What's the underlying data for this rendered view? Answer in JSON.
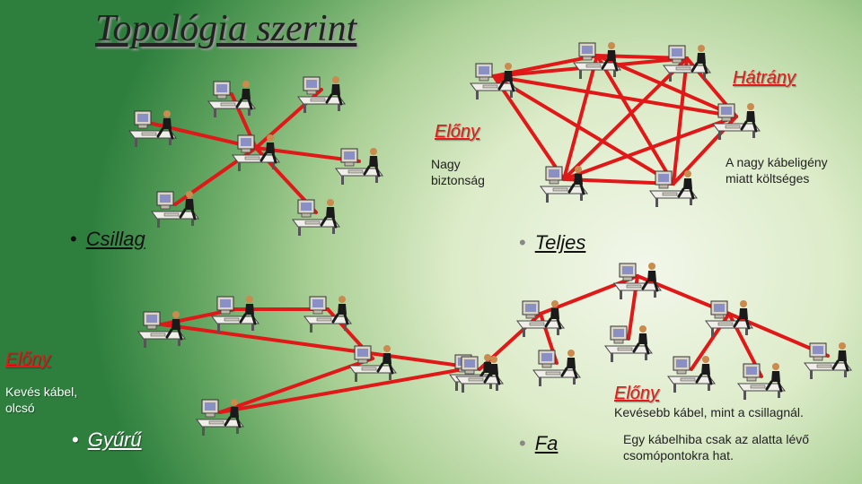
{
  "title": "Topológia szerint",
  "sections": {
    "csillag": {
      "bullet": "Csillag",
      "advantage_heading": "Előny",
      "advantage_text": "Nagy\nbiztonság"
    },
    "teljes": {
      "bullet": "Teljes",
      "disadvantage_heading": "Hátrány",
      "disadvantage_text": "A nagy kábeligény\nmiatt költséges"
    },
    "gyuru": {
      "bullet": "Gyűrű",
      "advantage_heading": "Előny",
      "advantage_text": "Kevés kábel,\nolcsó"
    },
    "fa": {
      "bullet": "Fa",
      "advantage_heading": "Előny",
      "advantage_text_1": "Kevésebb kábel, mint a csillagnál.",
      "advantage_text_2": "Egy kábelhiba csak az alatta lévő\ncsomópontokra hat."
    }
  },
  "colors": {
    "cable": "#e01818",
    "accent_text": "#e21a1a"
  }
}
